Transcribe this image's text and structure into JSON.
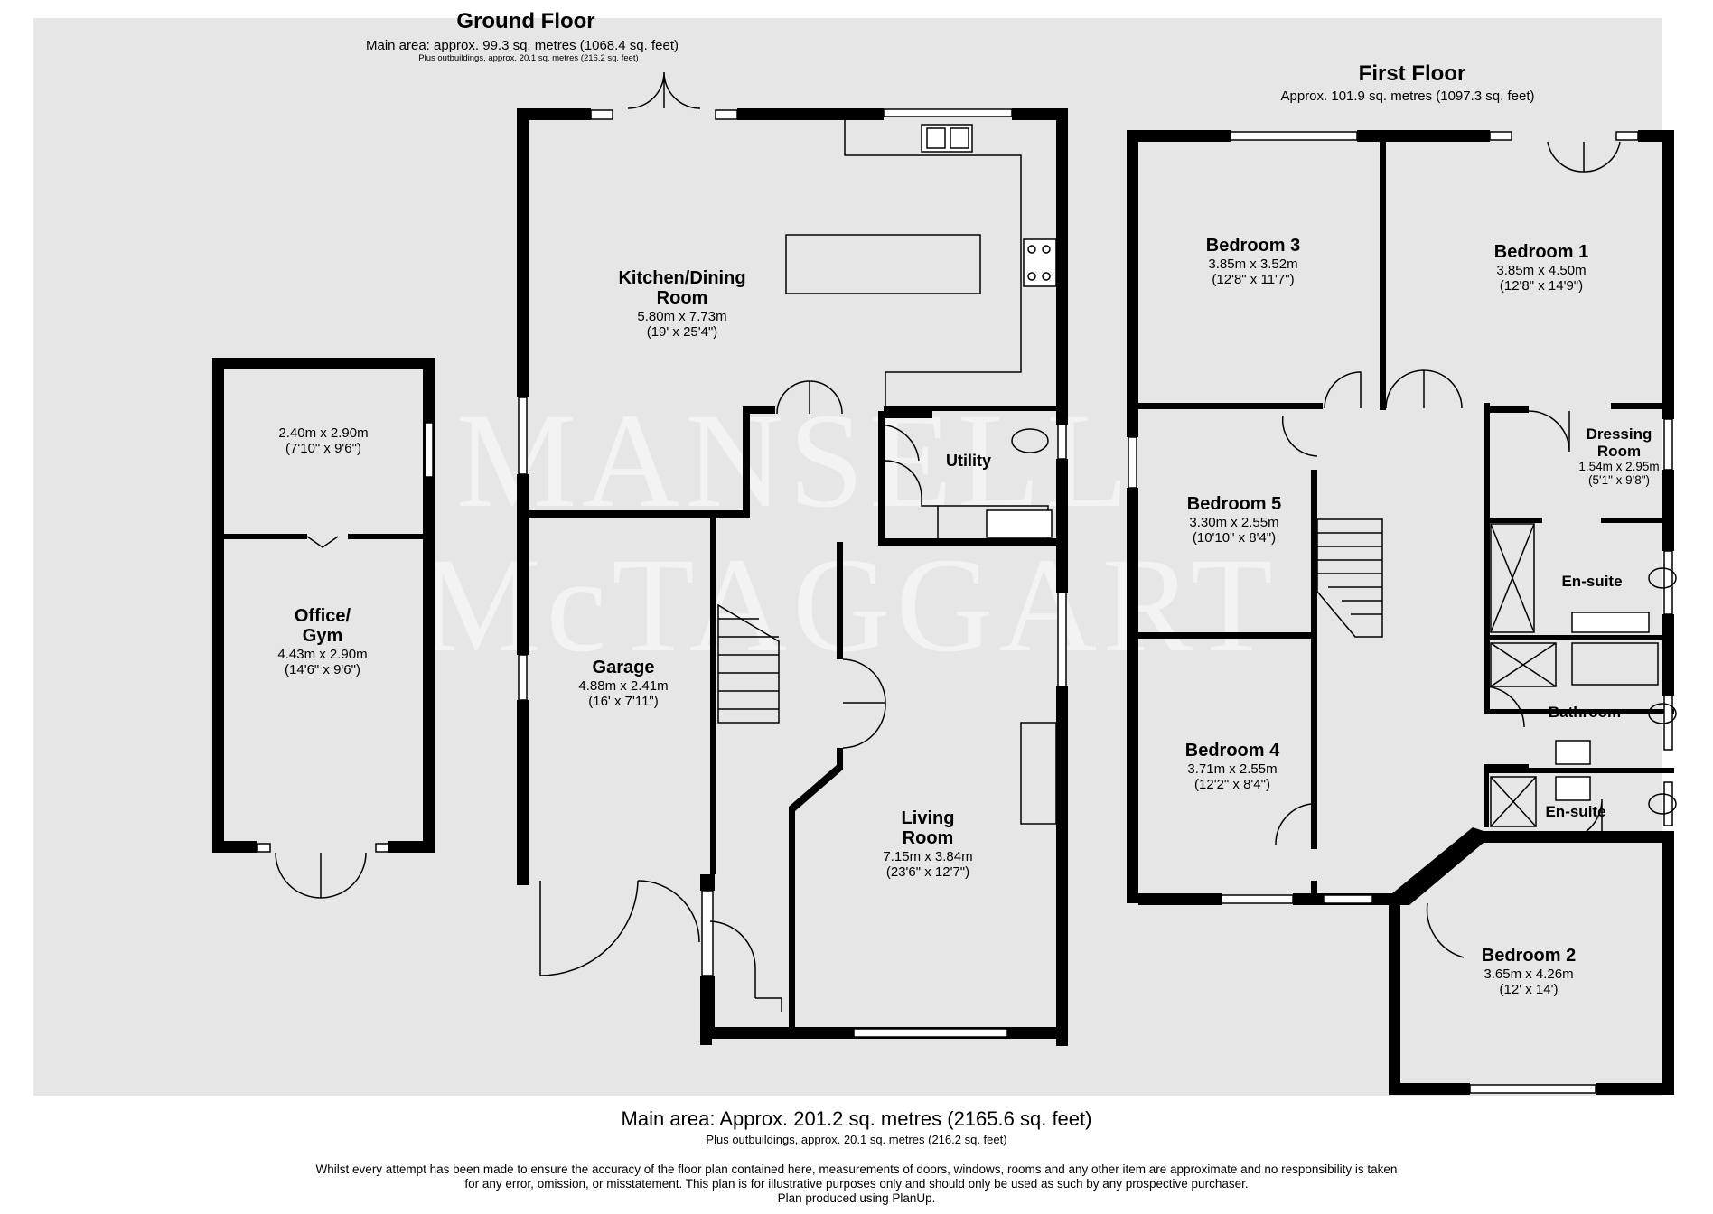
{
  "ground_floor": {
    "title": "Ground Floor",
    "main_area": "Main area: approx. 99.3 sq. metres (1068.4 sq. feet)",
    "outbuildings": "Plus outbuildings, approx. 20.1 sq. metres (216.2 sq. feet)"
  },
  "first_floor": {
    "title": "First Floor",
    "area": "Approx. 101.9 sq. metres (1097.3 sq. feet)"
  },
  "rooms": {
    "kitchen": {
      "name1": "Kitchen/Dining",
      "name2": "Room",
      "metric": "5.80m x 7.73m",
      "imperial": "(19' x 25'4\")"
    },
    "utility": {
      "name1": "Utility"
    },
    "garage": {
      "name1": "Garage",
      "metric": "4.88m x 2.41m",
      "imperial": "(16' x 7'11\")"
    },
    "living": {
      "name1": "Living",
      "name2": "Room",
      "metric": "7.15m x 3.84m",
      "imperial": "(23'6\" x 12'7\")"
    },
    "outbuilding_store": {
      "metric": "2.40m x 2.90m",
      "imperial": "(7'10\" x 9'6\")"
    },
    "office": {
      "name1": "Office/",
      "name2": "Gym",
      "metric": "4.43m x 2.90m",
      "imperial": "(14'6\" x 9'6\")"
    },
    "bedroom3": {
      "name1": "Bedroom 3",
      "metric": "3.85m x 3.52m",
      "imperial": "(12'8\" x 11'7\")"
    },
    "bedroom1": {
      "name1": "Bedroom 1",
      "metric": "3.85m x 4.50m",
      "imperial": "(12'8\" x 14'9\")"
    },
    "bedroom5": {
      "name1": "Bedroom 5",
      "metric": "3.30m x 2.55m",
      "imperial": "(10'10\" x 8'4\")"
    },
    "dressing": {
      "name1": "Dressing",
      "name2": "Room",
      "metric": "1.54m x 2.95m",
      "imperial": "(5'1\" x 9'8\")"
    },
    "ensuite1": {
      "name1": "En-suite"
    },
    "bathroom": {
      "name1": "Bathroom"
    },
    "bedroom4": {
      "name1": "Bedroom 4",
      "metric": "3.71m x 2.55m",
      "imperial": "(12'2\" x 8'4\")"
    },
    "ensuite2": {
      "name1": "En-suite"
    },
    "bedroom2": {
      "name1": "Bedroom 2",
      "metric": "3.65m x 4.26m",
      "imperial": "(12' x 14')"
    }
  },
  "watermark": {
    "line1": "MANSELL",
    "line2": "McTAGGART"
  },
  "footer": {
    "main_area": "Main area: Approx. 201.2 sq. metres (2165.6 sq. feet)",
    "outbuildings": "Plus outbuildings, approx. 20.1 sq. metres (216.2 sq. feet)",
    "disclaimer1": "Whilst every attempt has been made to ensure the accuracy of the floor plan contained here, measurements of doors, windows, rooms and any other item are approximate and no responsibility is taken",
    "disclaimer2": "for any error, omission, or misstatement. This plan is for illustrative purposes only and should only be used as such by any prospective purchaser.",
    "disclaimer3": "Plan produced using PlanUp."
  },
  "colors": {
    "background": "#e6e6e6",
    "walls": "#000000",
    "page": "#ffffff"
  }
}
